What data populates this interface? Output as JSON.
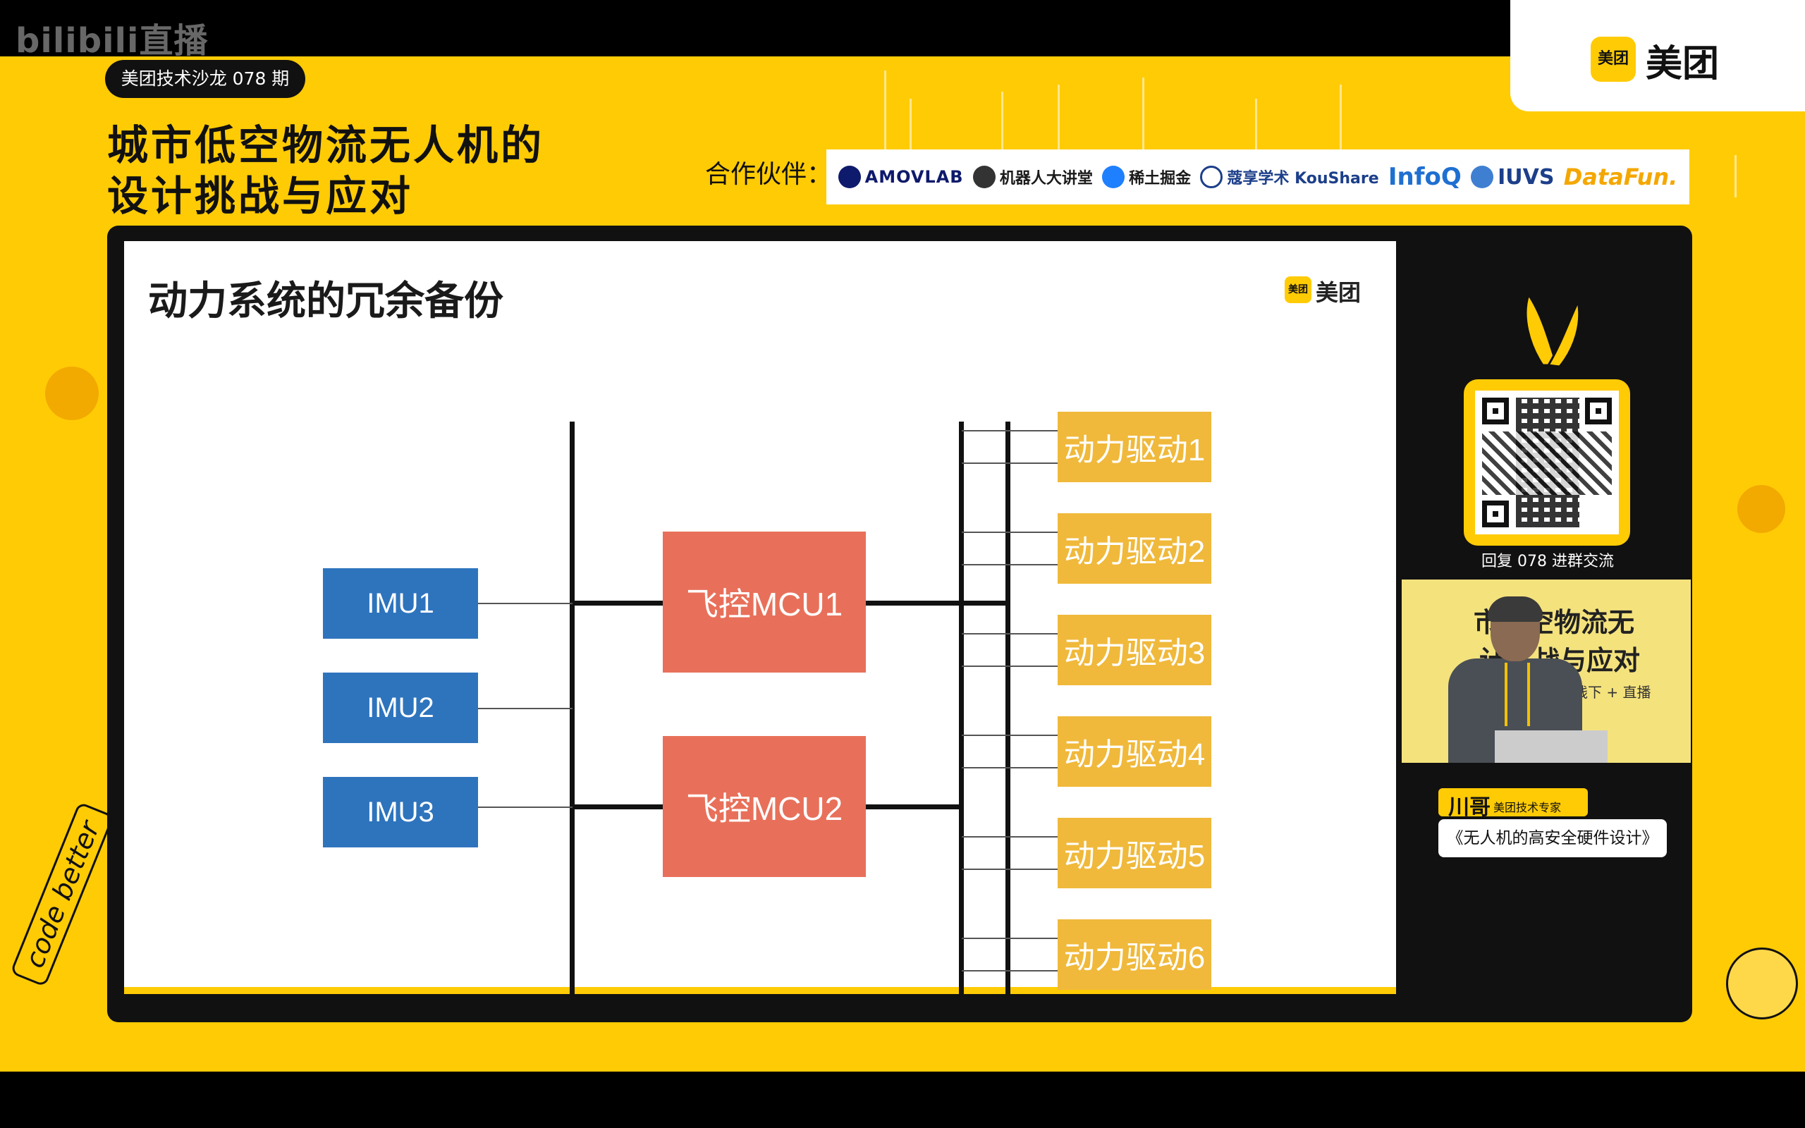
{
  "platform": {
    "watermark": "bilibili直播"
  },
  "event": {
    "salon_pill": "美团技术沙龙 078 期",
    "title_line1": "城市低空物流无人机的",
    "title_line2": "设计挑战与应对",
    "partners_label": "合作伙伴：",
    "partners": [
      "AMOVLAB",
      "机器人大讲堂",
      "稀土掘金",
      "蔻享学术 KouShare",
      "InfoQ",
      "IUVS",
      "DataFun."
    ]
  },
  "brand": {
    "badge": "美团",
    "name": "美团"
  },
  "slide": {
    "title": "动力系统的冗余备份",
    "logo_badge": "美团",
    "logo_text": "美团",
    "imus": [
      "IMU1",
      "IMU2",
      "IMU3"
    ],
    "mcus": [
      "飞控MCU1",
      "飞控MCU2"
    ],
    "drives": [
      "动力驱动1",
      "动力驱动2",
      "动力驱动3",
      "动力驱动4",
      "动力驱动5",
      "动力驱动6"
    ]
  },
  "qr": {
    "caption": "回复 078 进群交流"
  },
  "video": {
    "backdrop_line1": "市低空物流无",
    "backdrop_line2": "计挑战与应对",
    "backdrop_line3": "（周六）深圳线下 + 直播"
  },
  "speaker": {
    "name": "川哥",
    "role": "美团技术专家",
    "talk": "《无人机的高安全硬件设计》"
  },
  "decor": {
    "slogan": "code better"
  },
  "colors": {
    "accent": "#ffcb05",
    "imu": "#2e74bd",
    "mcu": "#e8705a",
    "drive": "#f0b93b"
  }
}
